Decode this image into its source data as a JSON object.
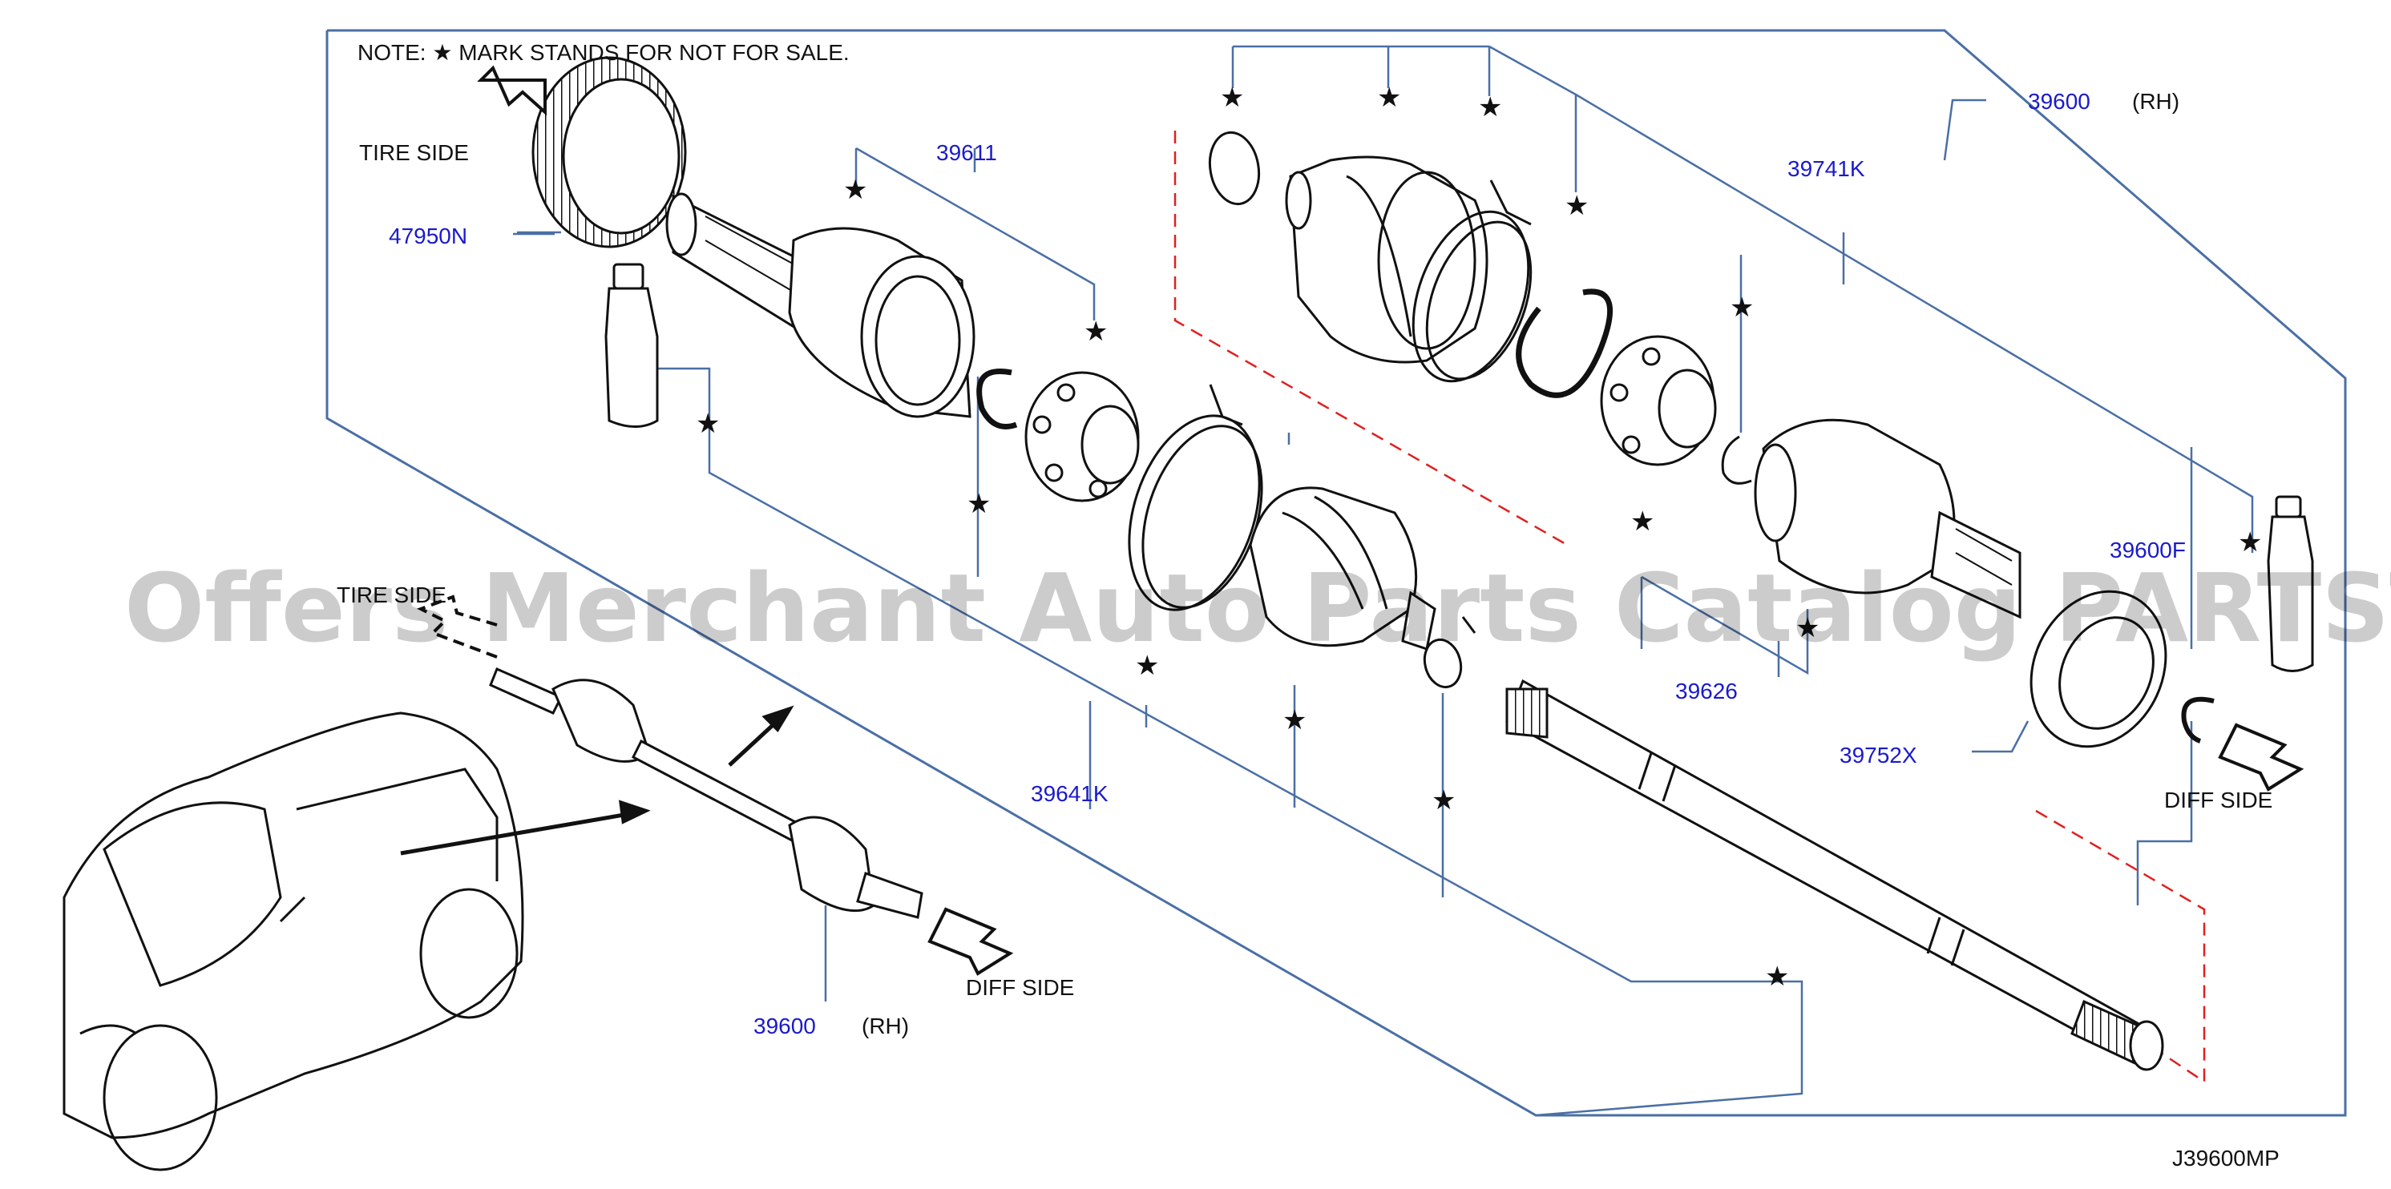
{
  "note": "NOTE:  ★ MARK  STANDS  FOR      NOT  FOR  SALE.",
  "star_glyph": "★",
  "labels": {
    "tire_side_top": "TIRE  SIDE",
    "tire_side_car": "TIRE  SIDE",
    "diff_side_right": "DIFF  SIDE",
    "diff_side_bottom": "DIFF  SIDE",
    "rh_top": "(RH)",
    "rh_bottom": "(RH)"
  },
  "parts": {
    "p39600_top": "39600",
    "p39741K": "39741K",
    "p39611": "39611",
    "p47950N": "47950N",
    "p39600F": "39600F",
    "p39626": "39626",
    "p39752X": "39752X",
    "p39641K": "39641K",
    "p39600_bottom": "39600"
  },
  "diagram_code": "J39600MP",
  "watermark": "Offers Merchant Auto Parts Catalog PARTSTORE.SA",
  "colors": {
    "line": "#4a6fa5",
    "label": "#1a1acc",
    "dash": "#e02020",
    "ink": "#111111"
  }
}
